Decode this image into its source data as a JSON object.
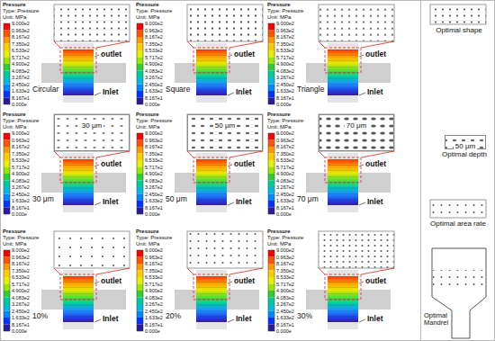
{
  "diagram": {
    "nodes": [
      {
        "text": [
          "30 μm"
        ]
      },
      {
        "text": [
          "50 μm"
        ]
      },
      {
        "text": [
          "70 μm"
        ]
      },
      {
        "text": [
          "50 μm",
          "Optimal depth"
        ]
      }
    ],
    "labels": [
      "Pressure",
      "Type: Pressure",
      "Unit: MPa",
      "9.000e2",
      "0.963e2",
      "8.167e2",
      "7.350e2",
      "6.533e2",
      "5.717e2",
      "4.900e2",
      "4.083e2",
      "3.267e2",
      "2.450e2",
      "1.633e2",
      "8.167e1",
      "0.000e",
      "outlet",
      "Inlet",
      "Circular",
      "Pressure",
      "Type: Pressure",
      "Unit: MPa",
      "9.000e2",
      "0.963e2",
      "8.167e2",
      "7.350e2",
      "6.533e2",
      "5.717e2",
      "4.900e2",
      "4.083e2",
      "3.267e2",
      "2.450e2",
      "1.633e2",
      "8.167e1",
      "0.000e",
      "outlet",
      "Inlet",
      "Square",
      "Pressure",
      "Type: Pressure",
      "Unit: MPa",
      "9.000e2",
      "0.963e2",
      "8.167e2",
      "7.350e2",
      "6.533e2",
      "5.717e2",
      "4.900e2",
      "4.083e2",
      "3.267e2",
      "2.450e2",
      "1.633e2",
      "8.167e1",
      "0.000e",
      "outlet",
      "Inlet",
      "Triangle",
      "Pressure",
      "Type: Pressure",
      "Unit: MPa",
      "9.000e2",
      "0.963e2",
      "8.167e2",
      "7.350e2",
      "6.533e2",
      "5.717e2",
      "4.900e2",
      "4.083e2",
      "3.267e2",
      "2.450e2",
      "1.633e2",
      "8.167e1",
      "0.000e",
      "outlet",
      "Inlet",
      "30 μm",
      "Pressure",
      "Type: Pressure",
      "Unit: MPa",
      "9.000e2",
      "0.963e2",
      "8.167e2",
      "7.350e2",
      "6.533e2",
      "5.717e2",
      "4.900e2",
      "4.083e2",
      "3.267e2",
      "2.450e2",
      "1.633e2",
      "8.167e1",
      "0.000e",
      "outlet",
      "Inlet",
      "50 μm",
      "Pressure",
      "Type: Pressure",
      "Unit: MPa",
      "9.000e2",
      "0.963e2",
      "8.167e2",
      "7.350e2",
      "6.533e2",
      "5.717e2",
      "4.900e2",
      "4.083e2",
      "3.267e2",
      "2.450e2",
      "1.633e2",
      "8.167e1",
      "0.000e",
      "outlet",
      "Inlet",
      "70 μm",
      "Pressure",
      "Type: Pressure",
      "Unit: MPa",
      "9.000e2",
      "0.963e2",
      "8.167e2",
      "7.350e2",
      "6.533e2",
      "5.717e2",
      "4.900e2",
      "4.083e2",
      "3.267e2",
      "2.450e2",
      "1.633e2",
      "8.167e1",
      "0.000e",
      "outlet",
      "Inlet",
      "10%",
      "Pressure",
      "Type: Pressure",
      "Unit: MPa",
      "9.000e2",
      "0.963e2",
      "8.167e2",
      "7.350e2",
      "6.533e2",
      "5.717e2",
      "4.900e2",
      "4.083e2",
      "3.267e2",
      "2.450e2",
      "1.633e2",
      "8.167e1",
      "0.000e",
      "outlet",
      "Inlet",
      "20%",
      "Pressure",
      "Type: Pressure",
      "Unit: MPa",
      "9.000e2",
      "0.963e2",
      "8.167e2",
      "7.350e2",
      "6.533e2",
      "5.717e2",
      "4.900e2",
      "4.083e2",
      "3.267e2",
      "2.450e2",
      "1.633e2",
      "8.167e1",
      "0.000e",
      "outlet",
      "Inlet",
      "30%",
      "Optimal shape",
      "Optimal area rate",
      "Optimal Mandrel"
    ]
  }
}
